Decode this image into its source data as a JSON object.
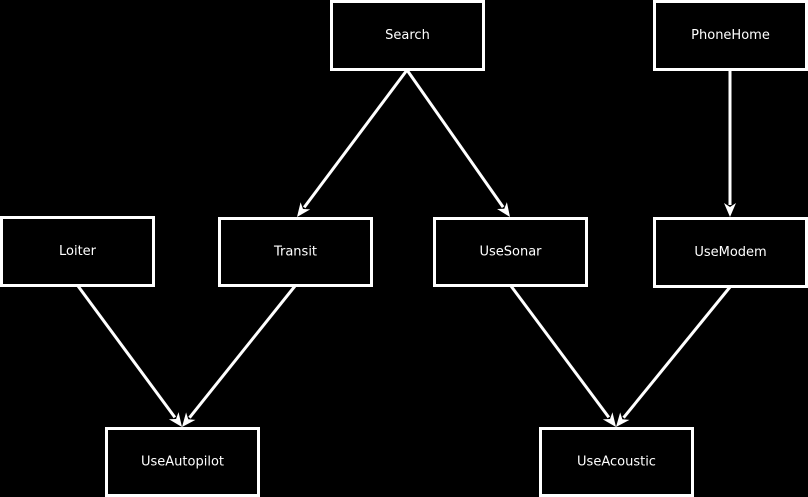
{
  "diagram": {
    "nodes": {
      "search": "Search",
      "phonehome": "PhoneHome",
      "loiter": "Loiter",
      "transit": "Transit",
      "usesonar": "UseSonar",
      "usemodem": "UseModem",
      "useautopilot": "UseAutopilot",
      "useacoustic": "UseAcoustic"
    },
    "edges": [
      {
        "from": "search",
        "to": "transit"
      },
      {
        "from": "search",
        "to": "usesonar"
      },
      {
        "from": "phonehome",
        "to": "usemodem"
      },
      {
        "from": "loiter",
        "to": "useautopilot"
      },
      {
        "from": "transit",
        "to": "useautopilot"
      },
      {
        "from": "usesonar",
        "to": "useacoustic"
      },
      {
        "from": "usemodem",
        "to": "useacoustic"
      }
    ],
    "colors": {
      "background": "#000000",
      "stroke": "#ffffff",
      "text": "#ffffff"
    }
  }
}
